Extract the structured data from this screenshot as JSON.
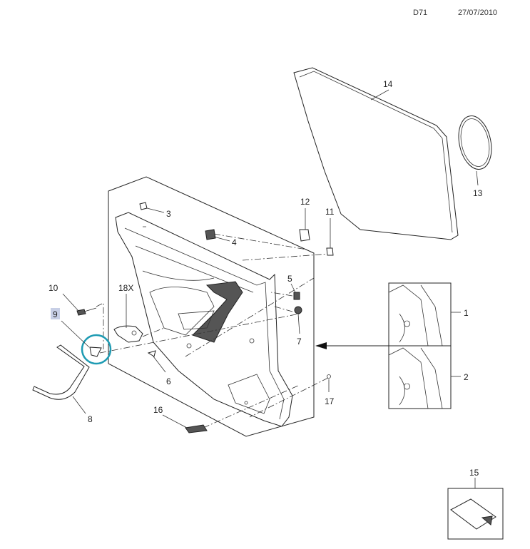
{
  "header": {
    "code": "D71",
    "date": "27/07/2010"
  },
  "callouts": {
    "c1": "1",
    "c2": "2",
    "c3": "3",
    "c4": "4",
    "c5": "5",
    "c6": "6",
    "c7": "7",
    "c8": "8",
    "c9": "9",
    "c10": "10",
    "c11": "11",
    "c12": "12",
    "c13": "13",
    "c14": "14",
    "c15": "15",
    "c16": "16",
    "c17": "17",
    "c18": "18X"
  },
  "colors": {
    "highlight": "#c7cfe6",
    "circle": "#1e9bb3"
  }
}
